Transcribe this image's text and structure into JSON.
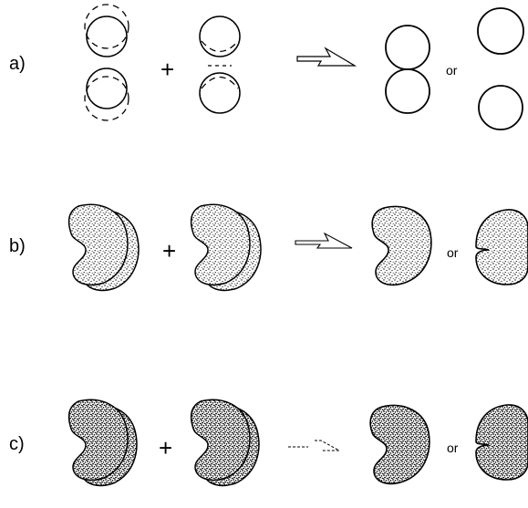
{
  "rows": [
    {
      "label": "a)",
      "plus": "+",
      "or": "or"
    },
    {
      "label": "b)",
      "plus": "+",
      "or": "or"
    },
    {
      "label": "c)",
      "plus": "+",
      "or": "or"
    }
  ],
  "colors": {
    "stroke": "#000000",
    "background": "#ffffff"
  }
}
